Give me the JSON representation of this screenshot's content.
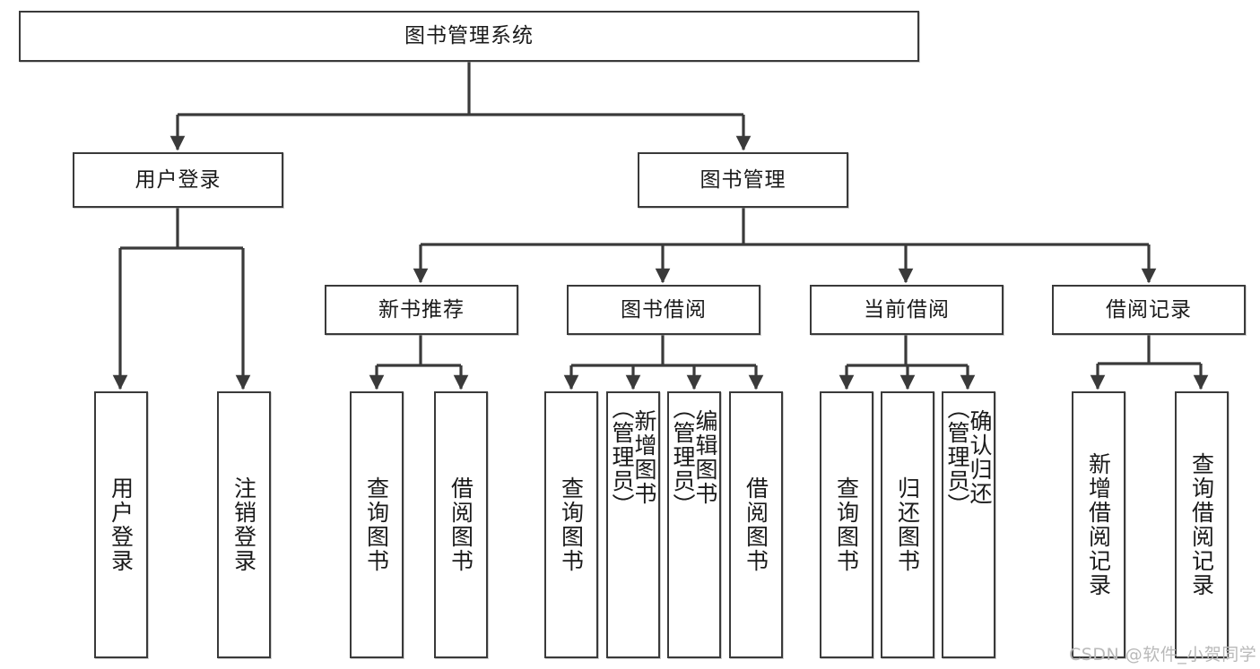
{
  "diagram": {
    "type": "tree-hierarchy-flowchart",
    "title": "图书管理系统",
    "watermark": "CSDN @软件_小贺同学",
    "colors": {
      "box_border": "#3a3a3a",
      "box_fill": "#ffffff",
      "connector": "#3a3a3a",
      "background": "#ffffff",
      "watermark": "#b9b9b9"
    },
    "levels": {
      "level1": [
        "图书管理系统"
      ],
      "level2": [
        "用户登录",
        "图书管理"
      ],
      "level3": [
        "新书推荐",
        "图书借阅",
        "当前借阅",
        "借阅记录"
      ],
      "level4": [
        "用户登录",
        "注销登录",
        "查询图书",
        "借阅图书",
        "查询图书",
        "新增图书（管理员）",
        "编辑图书（管理员）",
        "借阅图书",
        "查询图书",
        "归还图书",
        "确认归还（管理员）",
        "新增借阅记录",
        "查询借阅记录"
      ]
    },
    "nodes": {
      "root": {
        "label": "图书管理系统"
      },
      "user_login": {
        "label": "用户登录"
      },
      "book_manage": {
        "label": "图书管理"
      },
      "new_book_rec": {
        "label": "新书推荐"
      },
      "book_borrow": {
        "label": "图书借阅"
      },
      "current_borrow": {
        "label": "当前借阅"
      },
      "borrow_record": {
        "label": "借阅记录"
      },
      "leaf_user_login": {
        "label": "用户登录"
      },
      "leaf_user_logout": {
        "label": "注销登录"
      },
      "leaf_query_book_1": {
        "label": "查询图书"
      },
      "leaf_borrow_book_1": {
        "label": "借阅图书"
      },
      "leaf_query_book_2": {
        "label": "查询图书"
      },
      "leaf_add_book": {
        "label": "新增图书\n（管理员）"
      },
      "leaf_edit_book": {
        "label": "编辑图书\n（管理员）"
      },
      "leaf_borrow_book_2": {
        "label": "借阅图书"
      },
      "leaf_query_book_3": {
        "label": "查询图书"
      },
      "leaf_return_book": {
        "label": "归还图书"
      },
      "leaf_confirm_return": {
        "label": "确认归还\n（管理员）"
      },
      "leaf_add_record": {
        "label": "新增借阅记录"
      },
      "leaf_query_record": {
        "label": "查询借阅记录"
      }
    },
    "edges": [
      {
        "from": "图书管理系统",
        "to": "用户登录"
      },
      {
        "from": "图书管理系统",
        "to": "图书管理"
      },
      {
        "from": "用户登录",
        "to": "用户登录"
      },
      {
        "from": "用户登录",
        "to": "注销登录"
      },
      {
        "from": "图书管理",
        "to": "新书推荐"
      },
      {
        "from": "图书管理",
        "to": "图书借阅"
      },
      {
        "from": "图书管理",
        "to": "当前借阅"
      },
      {
        "from": "图书管理",
        "to": "借阅记录"
      },
      {
        "from": "新书推荐",
        "to": "查询图书"
      },
      {
        "from": "新书推荐",
        "to": "借阅图书"
      },
      {
        "from": "图书借阅",
        "to": "查询图书"
      },
      {
        "from": "图书借阅",
        "to": "新增图书（管理员）"
      },
      {
        "from": "图书借阅",
        "to": "编辑图书（管理员）"
      },
      {
        "from": "图书借阅",
        "to": "借阅图书"
      },
      {
        "from": "当前借阅",
        "to": "查询图书"
      },
      {
        "from": "当前借阅",
        "to": "归还图书"
      },
      {
        "from": "当前借阅",
        "to": "确认归还（管理员）"
      },
      {
        "from": "借阅记录",
        "to": "新增借阅记录"
      },
      {
        "from": "借阅记录",
        "to": "查询借阅记录"
      }
    ]
  }
}
